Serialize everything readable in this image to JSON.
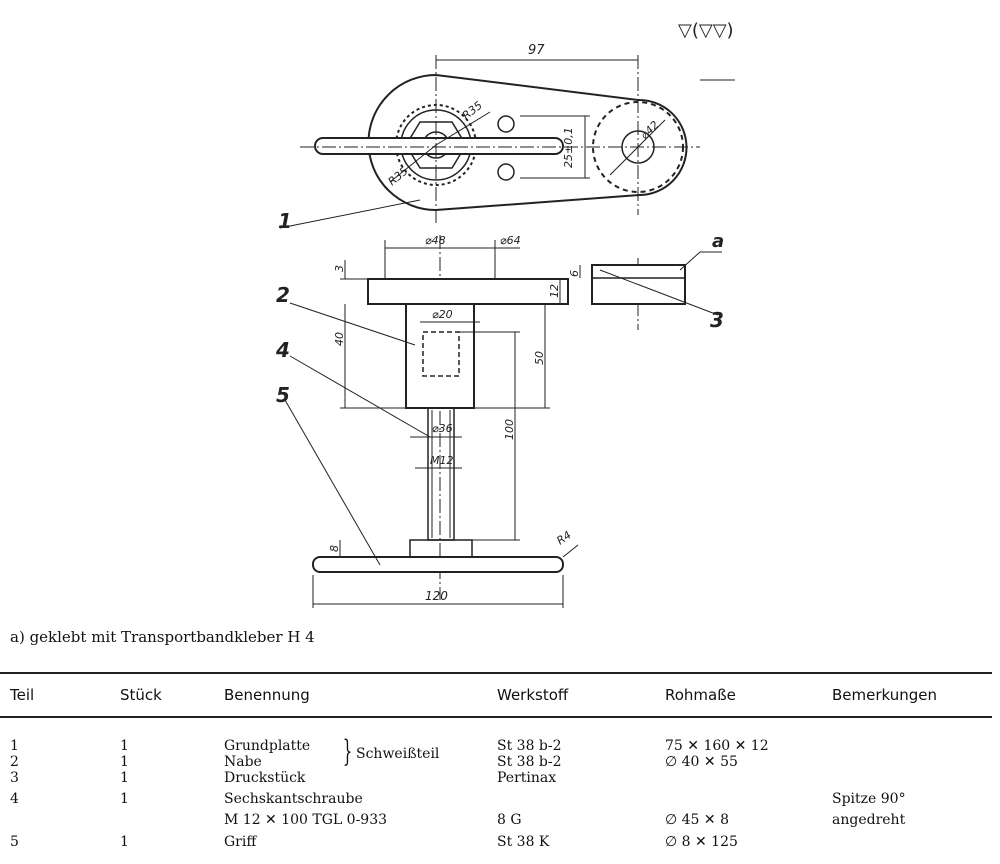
{
  "surface_symbol": "▽(▽▽)",
  "dims": {
    "d97": "97",
    "r35a": "R35",
    "r35b": "R35",
    "d25": "25±0,1",
    "d42": "⌀42",
    "d48": "⌀48",
    "d64": "⌀64",
    "d3": "3",
    "d6": "6",
    "d12": "12",
    "d20": "⌀20",
    "d40": "40",
    "d50": "50",
    "d36": "⌀36",
    "dm12": "M12",
    "d100": "100",
    "d8": "8",
    "r4": "R4",
    "d120": "120"
  },
  "part_labels": {
    "p1": "1",
    "p2": "2",
    "p3": "3",
    "p4": "4",
    "p5": "5",
    "pa": "a"
  },
  "caption": "a) geklebt mit Transportbandkleber H 4",
  "table": {
    "headers": [
      "Teil",
      "Stück",
      "Benennung",
      "Werkstoff",
      "Rohmaße",
      "Bemerkungen"
    ],
    "weld_note": "Schweißteil",
    "rows": [
      {
        "teil": "1",
        "stueck": "1",
        "benennung": "Grundplatte",
        "werkstoff": "St 38 b-2",
        "rohmasse": "75 ✕ 160 ✕ 12",
        "bemerkung": ""
      },
      {
        "teil": "2",
        "stueck": "1",
        "benennung": "Nabe",
        "werkstoff": "St 38 b-2",
        "rohmasse": "∅ 40 ✕ 55",
        "bemerkung": ""
      },
      {
        "teil": "3",
        "stueck": "1",
        "benennung": "Druckstück",
        "werkstoff": "Pertinax",
        "rohmasse": "",
        "bemerkung": ""
      },
      {
        "teil": "4",
        "stueck": "1",
        "benennung": "Sechskantschraube",
        "werkstoff": "",
        "rohmasse": "",
        "bemerkung": "Spitze 90°"
      },
      {
        "teil": "",
        "stueck": "",
        "benennung": "M 12 ✕ 100 TGL 0-933",
        "werkstoff": "8 G",
        "rohmasse": "∅ 45 ✕ 8",
        "bemerkung": "angedreht"
      },
      {
        "teil": "5",
        "stueck": "1",
        "benennung": "Griff",
        "werkstoff": "St 38 K",
        "rohmasse": "∅ 8 ✕ 125",
        "bemerkung": ""
      }
    ]
  }
}
